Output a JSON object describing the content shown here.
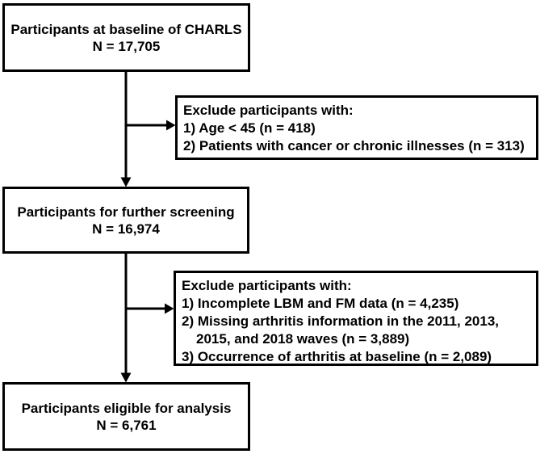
{
  "diagram": {
    "colors": {
      "border": "#000000",
      "background": "#ffffff",
      "text": "#000000"
    },
    "nodes": {
      "baseline": {
        "label": "Participants at baseline of CHARLS",
        "n": "N = 17,705"
      },
      "exclusion1": {
        "title": "Exclude participants with:",
        "items": [
          "1) Age < 45 (n = 418)",
          "2) Patients with cancer or chronic illnesses (n = 313)"
        ]
      },
      "screening": {
        "label": "Participants for further screening",
        "n": "N = 16,974"
      },
      "exclusion2": {
        "title": "Exclude participants with:",
        "items": [
          "1) Incomplete LBM and FM data (n = 4,235)",
          "2) Missing arthritis information in the 2011, 2013, 2015, and 2018 waves (n = 3,889)",
          "3) Occurrence of arthritis at baseline (n = 2,089)"
        ]
      },
      "eligible": {
        "label": "Participants eligible for analysis",
        "n": "N = 6,761"
      }
    }
  }
}
